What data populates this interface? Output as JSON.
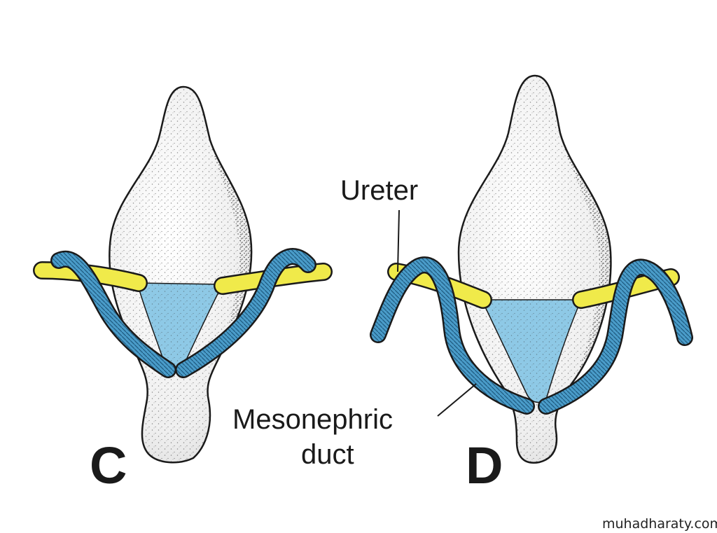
{
  "panels": [
    {
      "letter": "C"
    },
    {
      "letter": "D"
    }
  ],
  "labels": {
    "ureter": "Ureter",
    "mesonephric_line1": "Mesonephric",
    "mesonephric_line2": "duct"
  },
  "watermark": "muhadharaty.com",
  "colors": {
    "organ_fill": "#f2f2f2",
    "organ_stipple": "#222222",
    "duct_blue": "#4a9cc9",
    "trigone_blue": "#8ec9e6",
    "ureter_yellow": "#f0ea4a",
    "outline": "#1a1a1a"
  }
}
